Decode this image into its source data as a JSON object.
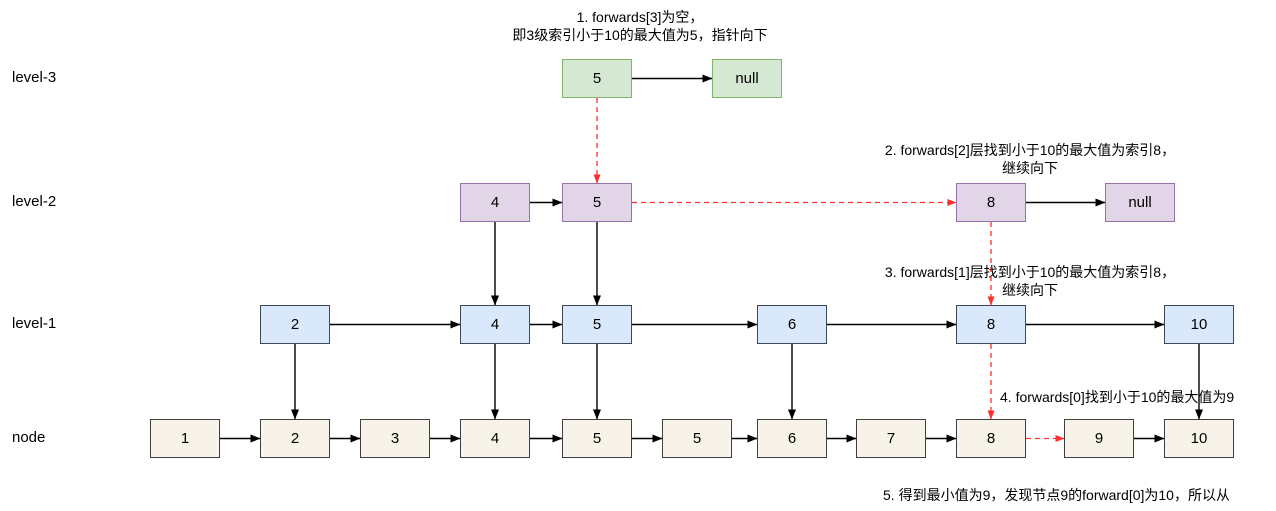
{
  "colors": {
    "green_fill": "#d5e8d4",
    "green_border": "#82b366",
    "purple_fill": "#e1d5e7",
    "purple_border": "#9673a6",
    "blue_fill": "#dae8fc",
    "blue_border": "#3c4858",
    "cream_fill": "#f7f3e8",
    "cream_border": "#3f3f3f",
    "arrow_black": "#000000",
    "arrow_red": "#ff3030"
  },
  "rows": [
    {
      "name": "level-3",
      "style": "green",
      "boxes": [
        "5",
        "null"
      ]
    },
    {
      "name": "level-2",
      "style": "purple",
      "boxes": [
        "4",
        "5",
        "8",
        "null"
      ]
    },
    {
      "name": "level-1",
      "style": "blue",
      "boxes": [
        "2",
        "4",
        "5",
        "6",
        "8",
        "10"
      ]
    },
    {
      "name": "node",
      "style": "cream",
      "boxes": [
        "1",
        "2",
        "3",
        "4",
        "5",
        "5",
        "6",
        "7",
        "8",
        "9",
        "10"
      ]
    }
  ],
  "annotations": {
    "step1": {
      "line1": "1. forwards[3]为空，",
      "line2": "即3级索引小于10的最大值为5，指针向下"
    },
    "step2": {
      "line1": "2. forwards[2]层找到小于10的最大值为索引8，",
      "line2": "继续向下"
    },
    "step3": {
      "line1": "3. forwards[1]层找到小于10的最大值为索引8，",
      "line2": "继续向下"
    },
    "step4": {
      "line1": "4. forwards[0]找到小于10的最大值为9"
    },
    "step5": {
      "line1": "5. 得到最小值为9，发现节点9的forward[0]为10，所以从"
    }
  }
}
